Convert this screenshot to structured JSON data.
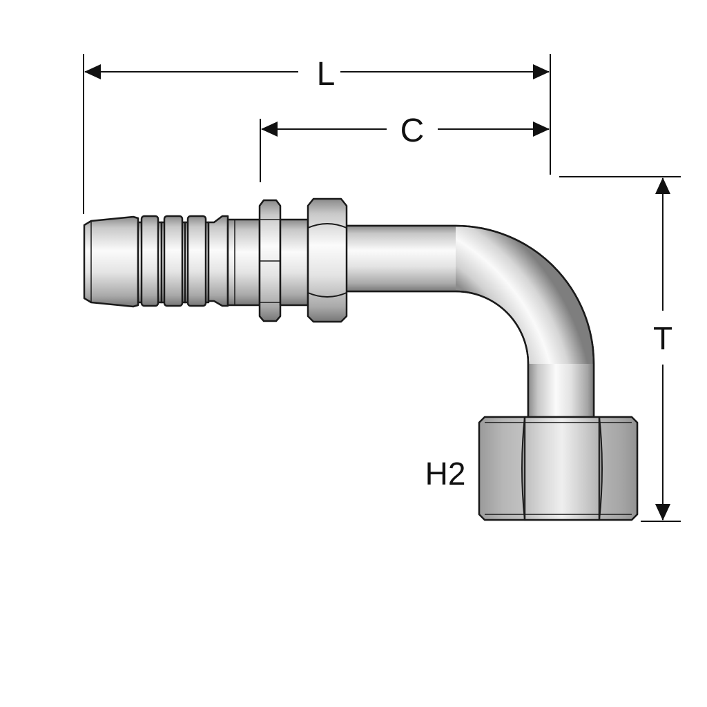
{
  "dimensions": {
    "length_label": "L",
    "center_label": "C",
    "height_label": "T",
    "hex_label": "H2"
  },
  "colors": {
    "outline": "#1a1a1a",
    "metal_light": "#fafafa",
    "metal_mid": "#d2d2d2",
    "metal_dark": "#7e7e7e",
    "dimension_line": "#111111"
  }
}
